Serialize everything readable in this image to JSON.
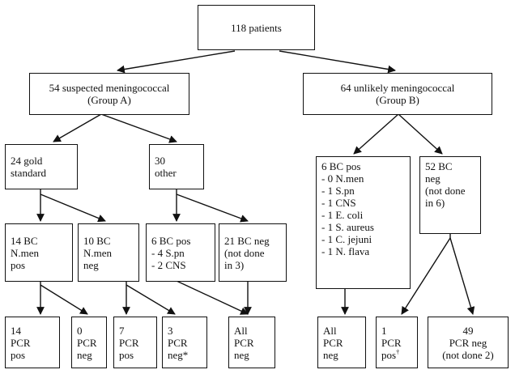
{
  "nodes": {
    "root": [
      "118 patients"
    ],
    "group_a": [
      "54 suspected meningococcal",
      "(Group A)"
    ],
    "group_b": [
      "64 unlikely meningococcal",
      "(Group B)"
    ],
    "gold_standard": [
      "24 gold",
      "standard"
    ],
    "other": [
      "30",
      "other"
    ],
    "bc_nmen_pos": [
      "14 BC",
      "N.men",
      "pos"
    ],
    "bc_nmen_neg": [
      "10 BC",
      "N.men",
      "neg"
    ],
    "bc_pos_a": [
      "6 BC pos",
      "- 4 S.pn",
      "- 2 CNS"
    ],
    "bc_neg_a": [
      "21 BC neg",
      "(not done",
      "in 3)"
    ],
    "bc_pos_b": [
      "6 BC pos",
      "- 0 N.men",
      "- 1 S.pn",
      "- 1 CNS",
      "- 1 E. coli",
      "- 1 S. aureus",
      "- 1 C. jejuni",
      "- 1 N. flava"
    ],
    "bc_neg_b": [
      "52 BC",
      "neg",
      "(not done",
      "in 6)"
    ],
    "pcr_14_pos": [
      "14",
      "PCR",
      "pos"
    ],
    "pcr_0_neg": [
      "0",
      "PCR",
      "neg"
    ],
    "pcr_7_pos": [
      "7",
      "PCR",
      "pos"
    ],
    "pcr_3_neg": [
      "3",
      "PCR",
      "neg"
    ],
    "pcr_all_neg_a": [
      "All",
      "PCR",
      "neg"
    ],
    "pcr_all_neg_b": [
      "All",
      "PCR",
      "neg"
    ],
    "pcr_1_pos": [
      "1",
      "PCR",
      "pos"
    ],
    "pcr_49_neg": [
      "49",
      "PCR neg",
      "(not done 2)"
    ]
  },
  "footnote_marks": {
    "pcr_3_neg": "*",
    "pcr_1_pos": "†"
  }
}
